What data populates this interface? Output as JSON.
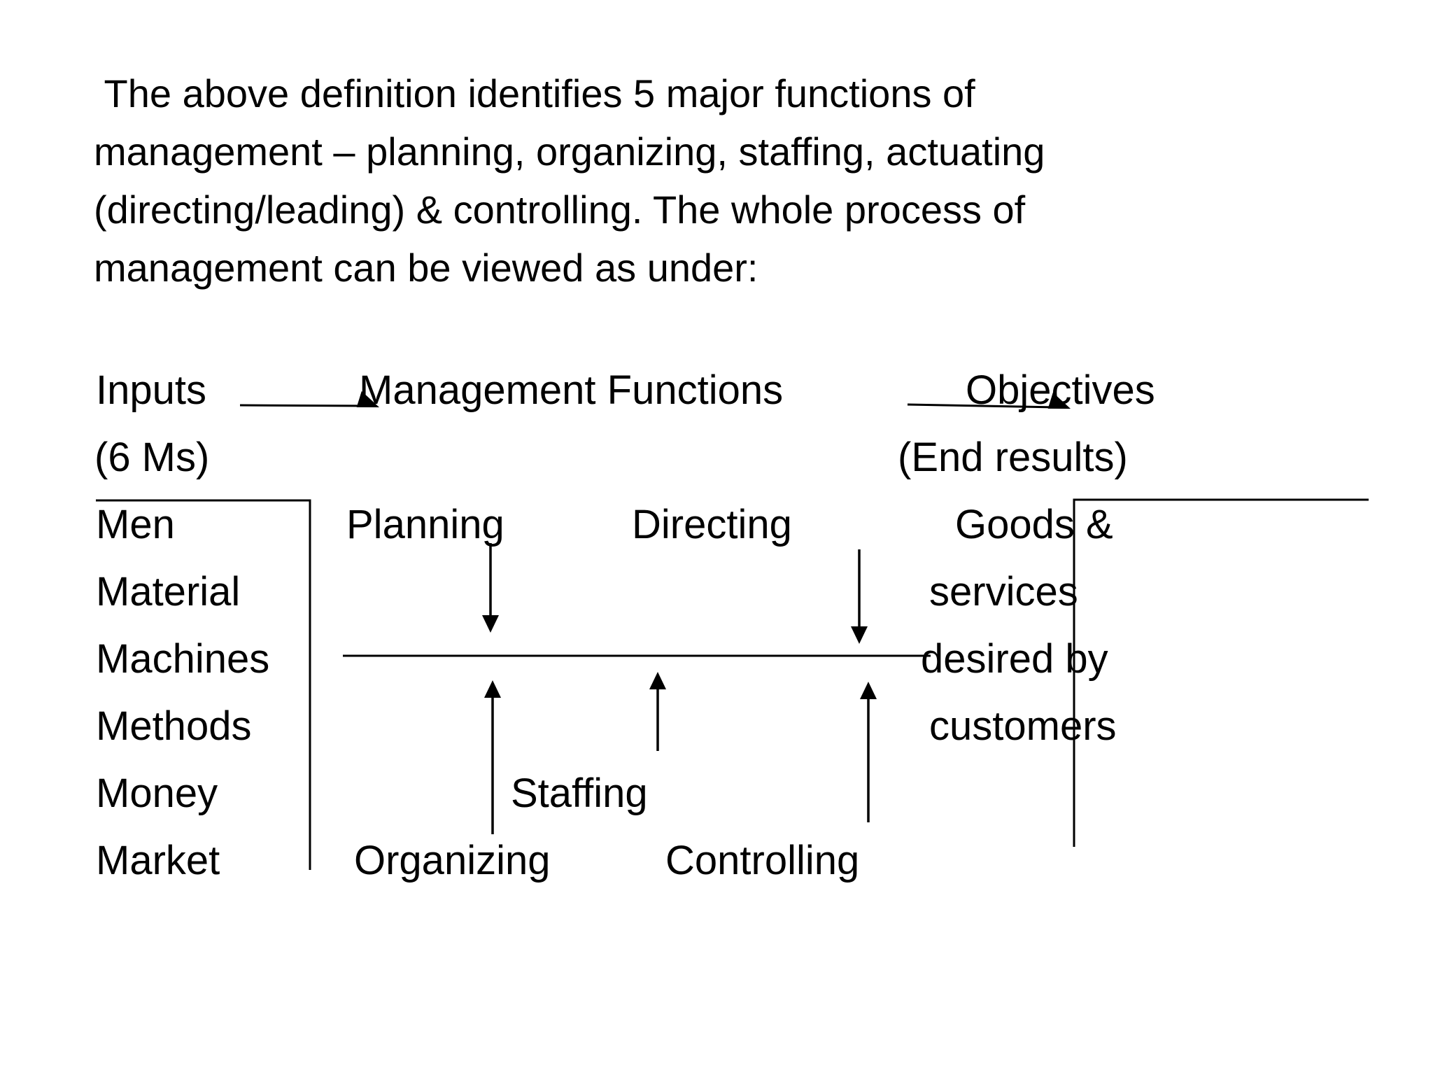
{
  "slide": {
    "background": "#ffffff",
    "text_color": "#000000",
    "line_color": "#000000"
  },
  "paragraph": {
    "lines": [
      " The above definition identifies 5 major functions of",
      "management – planning, organizing, staffing, actuating",
      "(directing/leading) & controlling. The whole process of",
      "management can be viewed as under:"
    ]
  },
  "diagram": {
    "headers": {
      "inputs": "Inputs",
      "inputs_subtitle": "(6 Ms)",
      "management": "Management Functions",
      "objectives": "Objectives",
      "objectives_subtitle": "(End results)"
    },
    "inputs_list": [
      "Men",
      "Material",
      "Machines",
      "Methods",
      "Money",
      "Market"
    ],
    "functions": {
      "planning": "Planning",
      "directing": "Directing",
      "staffing": "Staffing",
      "organizing": "Organizing",
      "controlling": "Controlling"
    },
    "objectives_lines": [
      "Goods &",
      "services",
      "desired by",
      "customers"
    ]
  }
}
